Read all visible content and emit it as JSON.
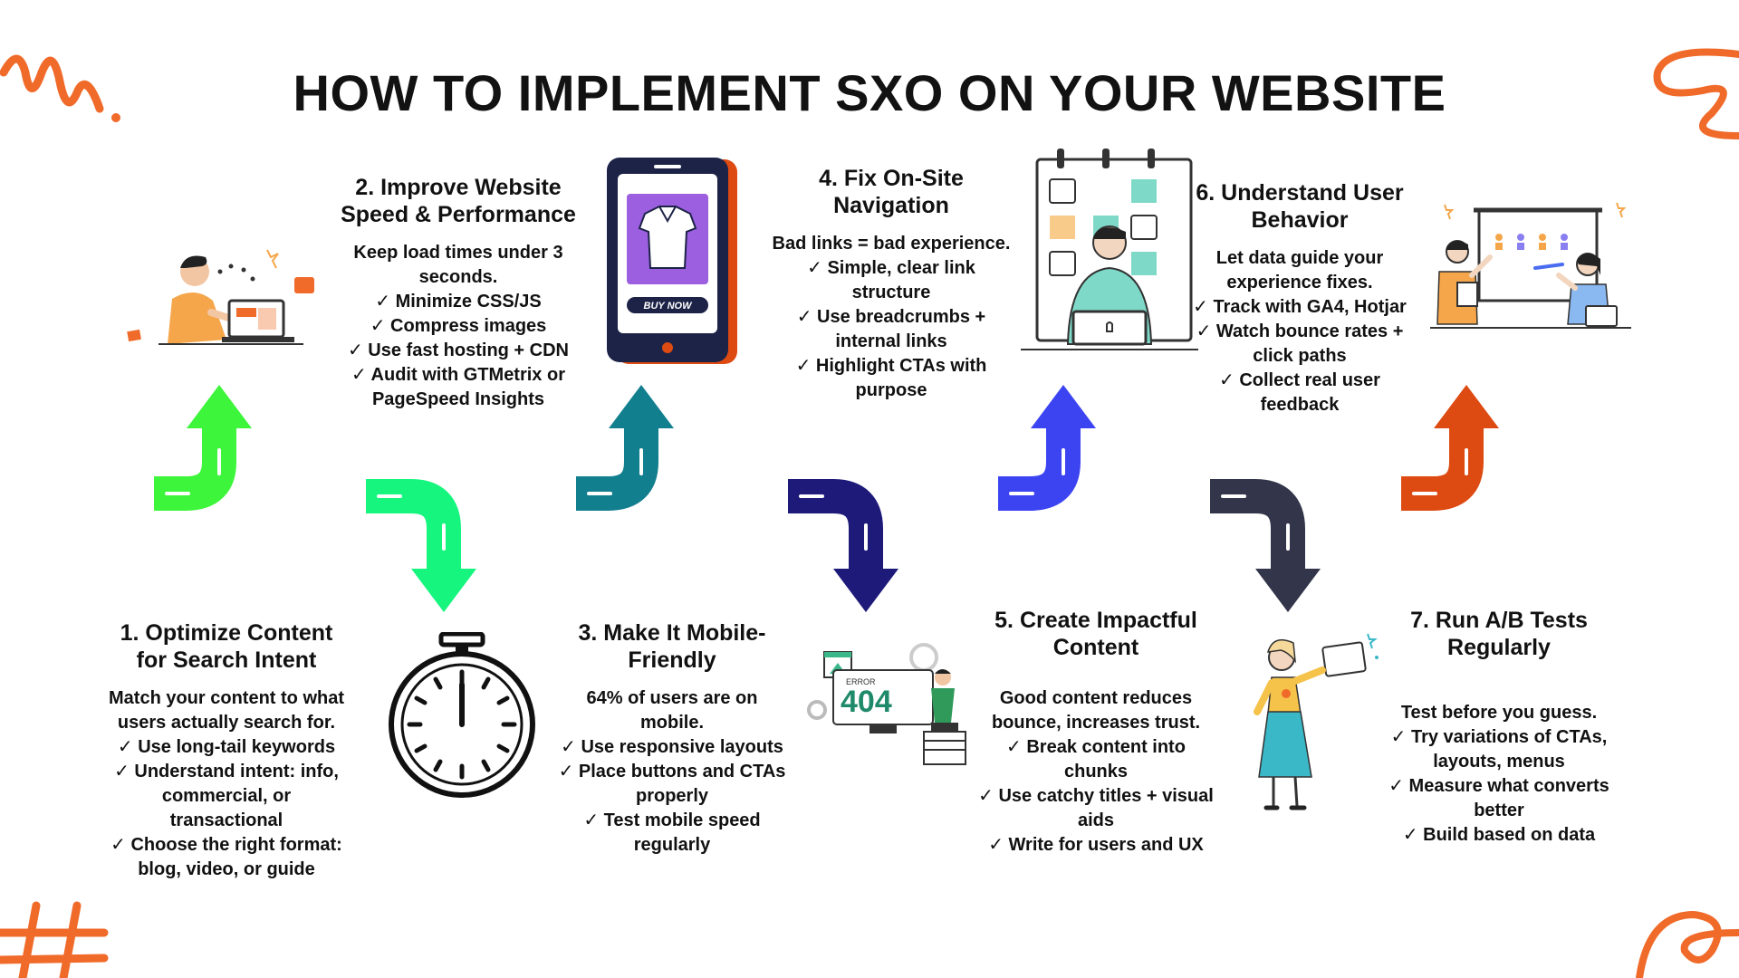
{
  "title": "HOW TO IMPLEMENT SXO ON YOUR WEBSITE",
  "steps": [
    {
      "heading": [
        "1. Optimize Content",
        "for Search Intent"
      ],
      "lines": [
        "Match your content to what",
        "users actually search for.",
        "✓ Use long-tail keywords",
        "✓ Understand intent: info,",
        "commercial, or",
        "transactional",
        "✓ Choose the right format:",
        "blog, video, or guide"
      ]
    },
    {
      "heading": [
        "2. Improve Website",
        "Speed & Performance"
      ],
      "lines": [
        "Keep load times under 3",
        "seconds.",
        "✓ Minimize CSS/JS",
        "✓ Compress images",
        "✓ Use fast hosting + CDN",
        "✓ Audit with GTMetrix or",
        "PageSpeed Insights"
      ]
    },
    {
      "heading": [
        "3. Make It Mobile-",
        "Friendly"
      ],
      "lines": [
        "64% of users are on",
        "mobile.",
        "✓ Use responsive layouts",
        "✓ Place buttons and CTAs",
        "properly",
        "✓ Test mobile speed",
        "regularly"
      ]
    },
    {
      "heading": [
        "4. Fix On-Site",
        "Navigation"
      ],
      "lines": [
        "Bad links = bad experience.",
        "✓ Simple, clear link",
        "structure",
        "✓ Use breadcrumbs +",
        "internal links",
        "✓ Highlight CTAs with",
        "purpose"
      ]
    },
    {
      "heading": [
        "5. Create Impactful",
        "Content"
      ],
      "lines": [
        "Good content reduces",
        "bounce, increases trust.",
        "✓ Break content into",
        "chunks",
        "✓ Use catchy titles + visual",
        "aids",
        "✓ Write for users and UX"
      ]
    },
    {
      "heading": [
        "6. Understand User",
        "Behavior"
      ],
      "lines": [
        "Let data guide your",
        "experience fixes.",
        "✓ Track with GA4, Hotjar",
        "✓ Watch bounce rates +",
        "click paths",
        "✓ Collect real user",
        "feedback"
      ]
    },
    {
      "heading": [
        "7. Run A/B Tests",
        "Regularly"
      ],
      "lines": [
        "Test before you guess.",
        "✓ Try variations of CTAs,",
        "layouts, menus",
        "✓ Measure what converts",
        "better",
        "✓ Build based on data"
      ]
    }
  ],
  "illustrations": {
    "phone_button": "BUY NOW",
    "error_label": "ERROR",
    "error_code": "404"
  },
  "colors": {
    "arrow1": "#3df53a",
    "arrow2": "#16f57e",
    "arrow3": "#127f8f",
    "arrow4": "#1d1a7a",
    "arrow5": "#3c44f2",
    "arrow6": "#33364a",
    "arrow7": "#dd4a12",
    "accent": "#f06a2a"
  }
}
